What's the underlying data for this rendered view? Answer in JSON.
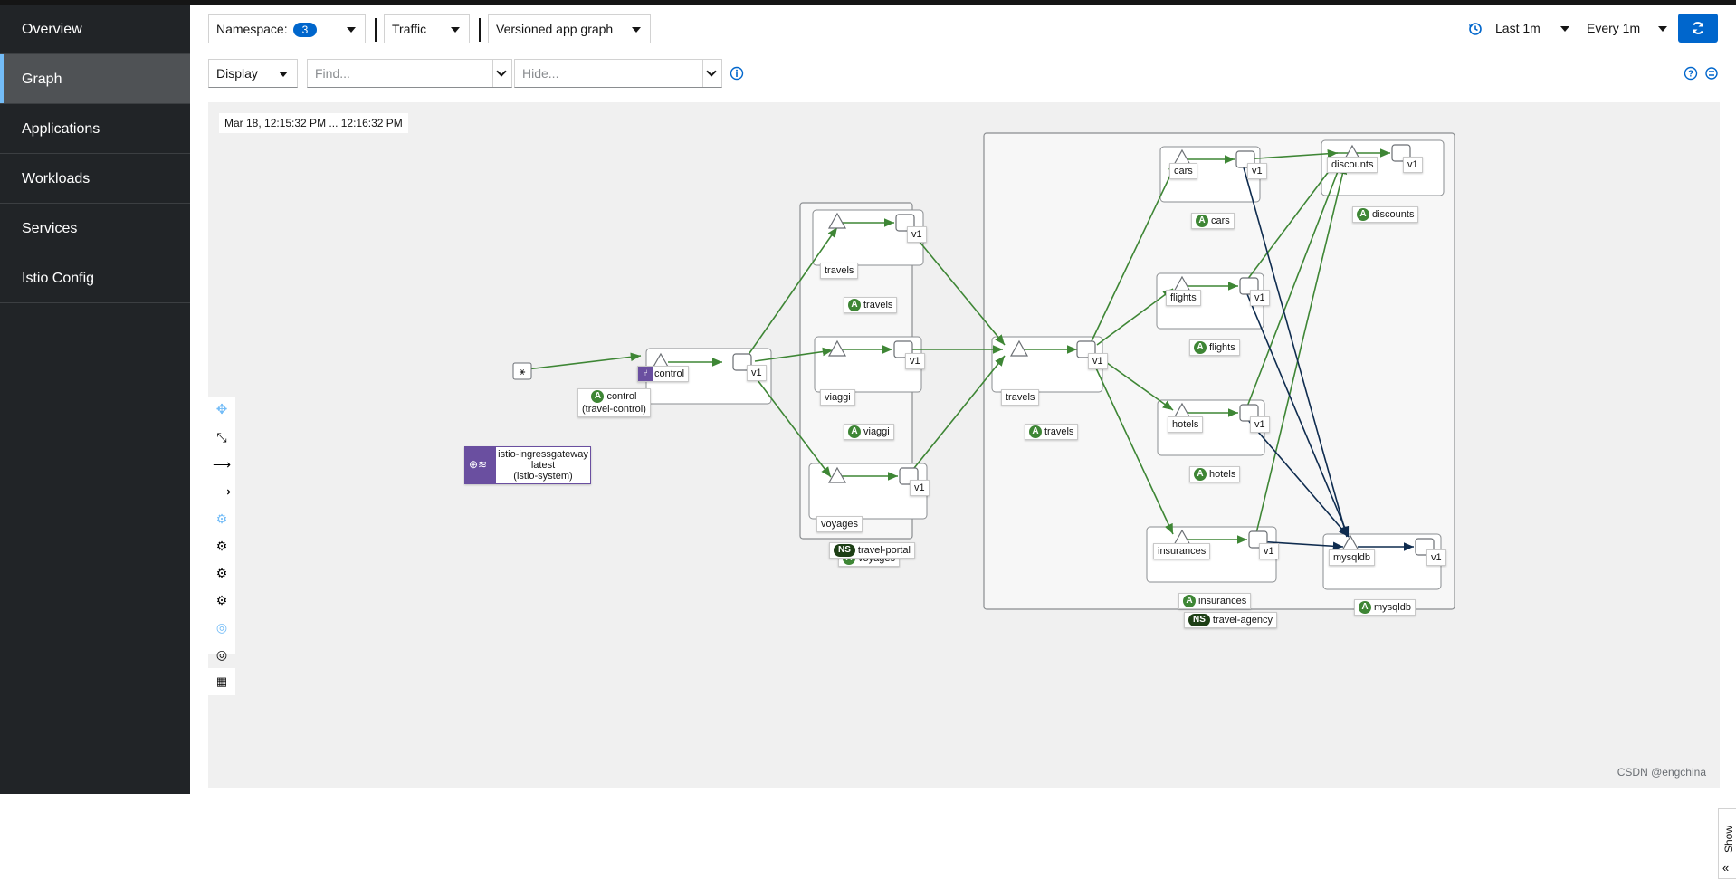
{
  "sidebar": {
    "items": [
      {
        "label": "Overview",
        "active": false
      },
      {
        "label": "Graph",
        "active": true
      },
      {
        "label": "Applications",
        "active": false
      },
      {
        "label": "Workloads",
        "active": false
      },
      {
        "label": "Services",
        "active": false
      },
      {
        "label": "Istio Config",
        "active": false
      }
    ]
  },
  "toolbar": {
    "namespace_label": "Namespace:",
    "namespace_count": "3",
    "traffic_label": "Traffic",
    "graph_type_label": "Versioned app graph",
    "duration_label": "Last 1m",
    "refresh_interval_label": "Every 1m",
    "display_label": "Display",
    "find_placeholder": "Find...",
    "hide_placeholder": "Hide..."
  },
  "graph": {
    "timestamp": "Mar 18, 12:15:32 PM ... 12:16:32 PM",
    "namespaces": [
      {
        "id": "ns-travel-portal",
        "label": "travel-portal"
      },
      {
        "id": "ns-travel-agency",
        "label": "travel-agency"
      }
    ],
    "apps": [
      {
        "id": "app-control",
        "label": "control",
        "sublabel": "(travel-control)",
        "service_label": "control",
        "version": "v1"
      },
      {
        "id": "app-travels-portal",
        "label": "travels",
        "service_label": "travels",
        "version": "v1"
      },
      {
        "id": "app-viaggi",
        "label": "viaggi",
        "service_label": "viaggi",
        "version": "v1"
      },
      {
        "id": "app-voyages",
        "label": "voyages",
        "service_label": "voyages",
        "version": "v1"
      },
      {
        "id": "app-travels-agency",
        "label": "travels",
        "service_label": "travels",
        "version": "v1"
      },
      {
        "id": "app-cars",
        "label": "cars",
        "service_label": "cars",
        "version": "v1"
      },
      {
        "id": "app-flights",
        "label": "flights",
        "service_label": "flights",
        "version": "v1"
      },
      {
        "id": "app-hotels",
        "label": "hotels",
        "service_label": "hotels",
        "version": "v1"
      },
      {
        "id": "app-insurances",
        "label": "insurances",
        "service_label": "insurances",
        "version": "v1"
      },
      {
        "id": "app-discounts",
        "label": "discounts",
        "service_label": "discounts",
        "version": "v1"
      },
      {
        "id": "app-mysqldb",
        "label": "mysqldb",
        "service_label": "mysqldb",
        "version": "v1"
      }
    ],
    "ingress": {
      "line1": "istio-ingressgateway",
      "line2": "latest",
      "line3": "(istio-system)"
    },
    "colors": {
      "healthy_edge": "#3e8635",
      "tcp_edge": "#0f2c4f",
      "app_badge": "#3e8635",
      "namespace_badge": "#1d3f15",
      "ingress_fill": "#6a4fa0"
    }
  },
  "side_panel": {
    "show_label": "Show"
  },
  "watermark": "CSDN @engchina"
}
